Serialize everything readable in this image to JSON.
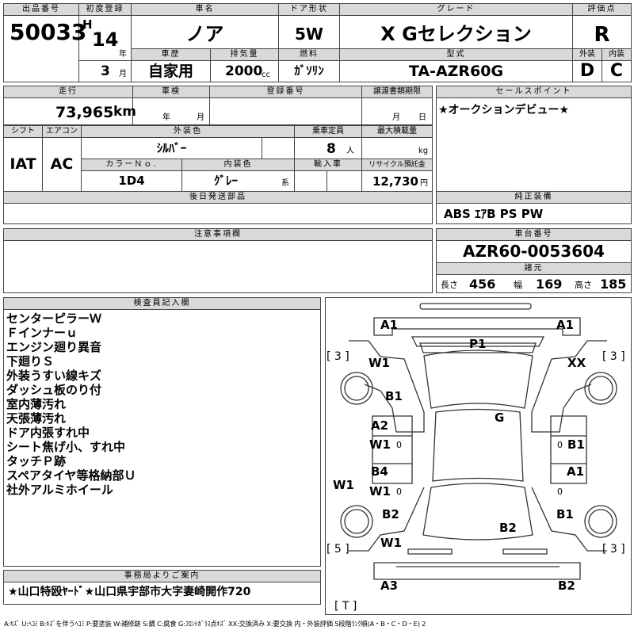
{
  "headers": {
    "lot_no": "出品番号",
    "first_reg": "初度登録",
    "car_name": "車名",
    "door": "ドア形状",
    "grade": "グレード",
    "score": "評価点",
    "history": "車歴",
    "displacement": "排気量",
    "fuel": "燃料",
    "model": "型式",
    "exterior": "外装",
    "interior": "内装",
    "mileage": "走行",
    "inspection": "車検",
    "reg_no": "登録番号",
    "transfer": "譲渡書類期限",
    "sales_point": "セールスポイント",
    "shift": "シフト",
    "aircon": "エアコン",
    "ext_color": "外装色",
    "capacity": "乗車定員",
    "max_load": "最大積載量",
    "color_no": "カラーＮｏ.",
    "int_color": "内装色",
    "import": "輸入車",
    "recycle": "リサイクル預託金",
    "later_parts": "後日発送部品",
    "std_equip": "純正装備",
    "notes": "注意事項欄",
    "chassis": "車台番号",
    "dims": "諸元",
    "inspector": "検査員記入欄",
    "office": "事務局よりご案内"
  },
  "lot_no": "50033",
  "era": "H",
  "year": "14",
  "year_unit": "年",
  "month": "3",
  "month_unit": "月",
  "car_name": "ノア",
  "door": "5W",
  "grade": "X Gセレクション",
  "score": "R",
  "history": "自家用",
  "displacement": "2000",
  "displacement_unit": "cc",
  "fuel": "ｶﾞｿﾘﾝ",
  "model": "TA-AZR60G",
  "exterior_grade": "D",
  "interior_grade": "C",
  "mileage": "73,965",
  "mileage_unit": "km",
  "inspection_year_unit": "年",
  "inspection_month_unit": "月",
  "transfer_month_unit": "月",
  "transfer_day_unit": "日",
  "sales_point": "★オークションデビュー★",
  "shift": "IAT",
  "aircon": "AC",
  "ext_color": "ｼﾙﾊﾞｰ",
  "capacity": "8",
  "capacity_unit": "人",
  "max_load_unit": "kg",
  "color_no": "1D4",
  "int_color": "ｸﾞﾚｰ",
  "int_color_unit": "系",
  "recycle": "12,730",
  "recycle_unit": "円",
  "std_equip": "ABS ｴｱB PS PW",
  "chassis": "AZR60-0053604",
  "length_label": "長さ",
  "length": "456",
  "width_label": "幅",
  "width": "169",
  "height_label": "高さ",
  "height": "185",
  "inspector_notes": [
    "センターピラーＷ",
    "Ｆインナーｕ",
    "エンジン廻り異音",
    "下廻りＳ",
    "外装うすい線キズ",
    "ダッシュ板のり付",
    "室内薄汚れ",
    "天張薄汚れ",
    "ドア内張すれ中",
    "シート焦げ小、すれ中",
    "タッチＰ跡",
    "スペアタイヤ等格納部Ｕ",
    "社外アルミホイール"
  ],
  "office_note": "★山口特殴ﾔｰﾄﾞ★山口県宇部市大字妻崎開作720",
  "diagram_marks": {
    "front_left": "A1",
    "front_right": "A1",
    "hood": "P1",
    "fender_fl": "W1",
    "fender_fr": "XX",
    "pillar_l": "B1",
    "roof": "G",
    "door_fl_1": "A2",
    "door_fl_2": "W1",
    "door_fl_num": "0",
    "door_fr_1": "B1",
    "door_fr_num": "0",
    "door_rl_1": "B4",
    "door_rl_2": "W1",
    "door_rl_num": "0",
    "door_rr_1": "A1",
    "door_rr_num": "0",
    "sill_l": "W1",
    "qtr_l": "B2",
    "qtr_l2": "W1",
    "qtr_r": "B1",
    "rear_glass": "B2",
    "rear_left": "A3",
    "rear_right": "B2",
    "tire_fl": "[ 3 ]",
    "tire_fr": "[ 3 ]",
    "tire_rl": "[ 5 ]",
    "tire_rr": "[ 3 ]",
    "tire_spare": "[ T ]"
  },
  "legend": "A:ｷｽﾞ U:ﾍｺﾐ B:ｷｽﾞを伴うﾍｺﾐ P:要塗装 W:補修跡 S:錆 C:腐食 G:ﾌﾛﾝﾄｶﾞﾗｽ点ｷｽﾞ XX:交換済み X:要交換 内・外装評価 5段階ﾗﾝｸ順(A・B・C・D・E) 2"
}
